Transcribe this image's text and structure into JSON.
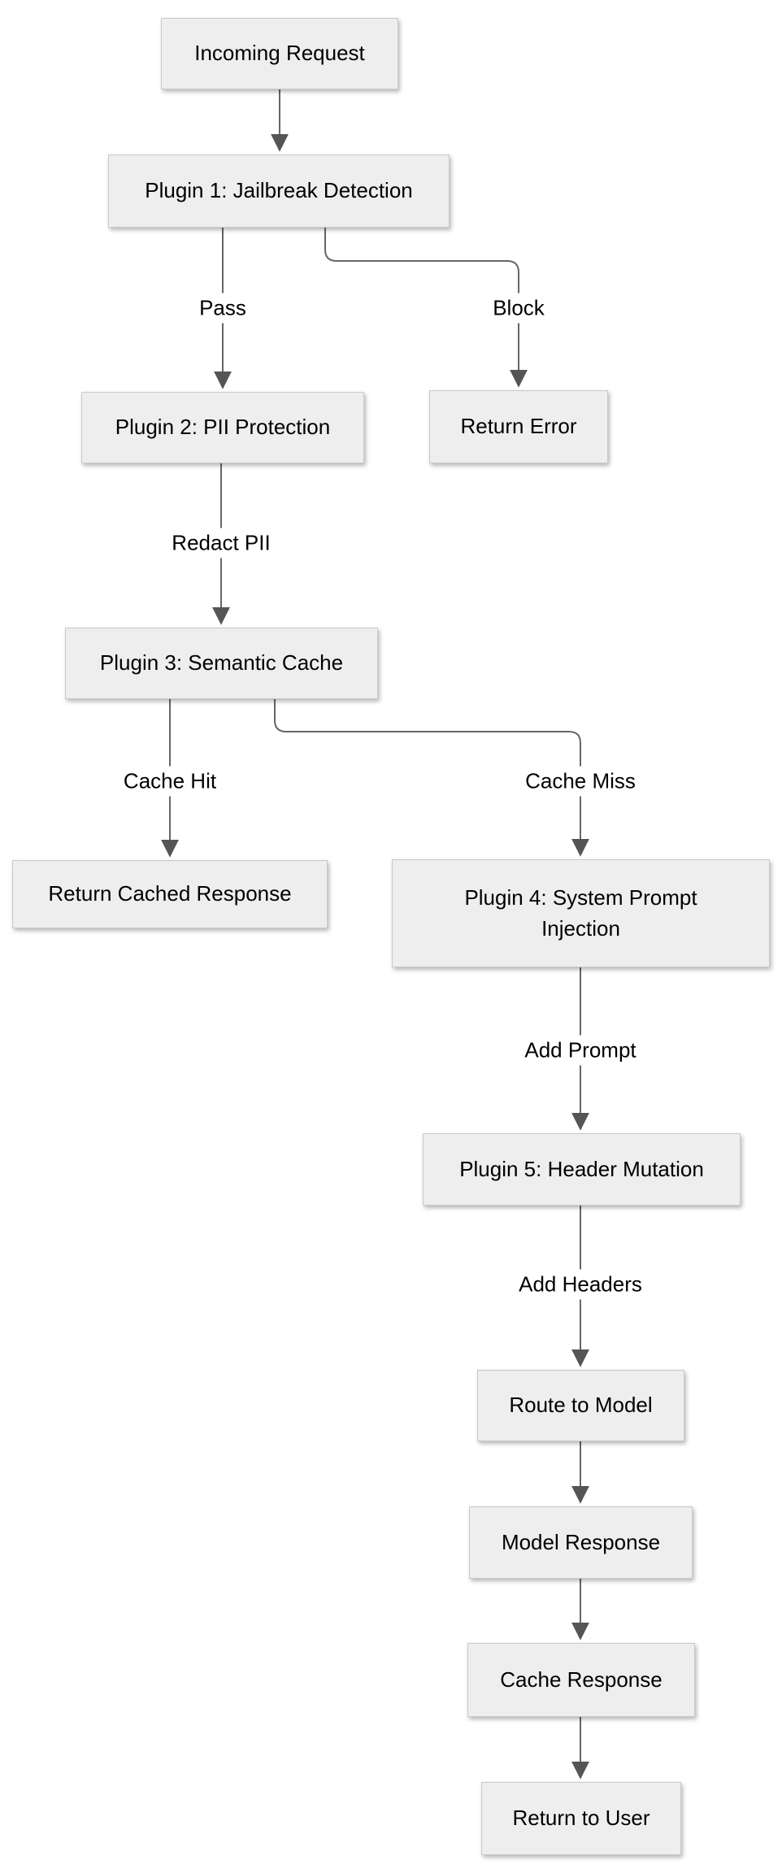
{
  "diagram": {
    "type": "flowchart",
    "direction": "top-down",
    "background": "#ffffff",
    "colors": {
      "node_fill": "#eeeeee",
      "node_border": "#c9c9c9",
      "edge_line": "#666666",
      "arrowhead": "#555555",
      "text": "#000000",
      "edge_label_background": "#ffffff"
    },
    "nodes": {
      "incoming": {
        "label": "Incoming Request"
      },
      "plugin1": {
        "label": "Plugin 1: Jailbreak Detection"
      },
      "plugin2": {
        "label": "Plugin 2: PII Protection"
      },
      "return_error": {
        "label": "Return Error"
      },
      "plugin3": {
        "label": "Plugin 3: Semantic Cache"
      },
      "return_cached": {
        "label": "Return Cached Response"
      },
      "plugin4": {
        "label": "Plugin 4: System Prompt Injection"
      },
      "plugin5": {
        "label": "Plugin 5: Header Mutation"
      },
      "route": {
        "label": "Route to Model"
      },
      "model_response": {
        "label": "Model Response"
      },
      "cache_response": {
        "label": "Cache Response"
      },
      "return_user": {
        "label": "Return to User"
      }
    },
    "edges": [
      {
        "from": "Incoming Request",
        "to": "Plugin 1: Jailbreak Detection",
        "label": ""
      },
      {
        "from": "Plugin 1: Jailbreak Detection",
        "to": "Plugin 2: PII Protection",
        "label": "Pass"
      },
      {
        "from": "Plugin 1: Jailbreak Detection",
        "to": "Return Error",
        "label": "Block"
      },
      {
        "from": "Plugin 2: PII Protection",
        "to": "Plugin 3: Semantic Cache",
        "label": "Redact PII"
      },
      {
        "from": "Plugin 3: Semantic Cache",
        "to": "Return Cached Response",
        "label": "Cache Hit"
      },
      {
        "from": "Plugin 3: Semantic Cache",
        "to": "Plugin 4: System Prompt Injection",
        "label": "Cache Miss"
      },
      {
        "from": "Plugin 4: System Prompt Injection",
        "to": "Plugin 5: Header Mutation",
        "label": "Add Prompt"
      },
      {
        "from": "Plugin 5: Header Mutation",
        "to": "Route to Model",
        "label": "Add Headers"
      },
      {
        "from": "Route to Model",
        "to": "Model Response",
        "label": ""
      },
      {
        "from": "Model Response",
        "to": "Cache Response",
        "label": ""
      },
      {
        "from": "Cache Response",
        "to": "Return to User",
        "label": ""
      }
    ]
  }
}
